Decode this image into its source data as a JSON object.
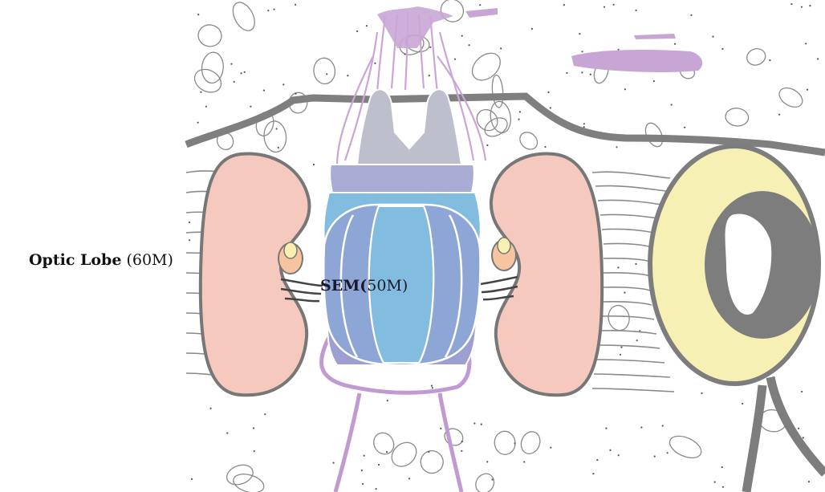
{
  "labels": {
    "optic_lobe": {
      "name": "Optic Lobe",
      "size": " (60M)"
    },
    "sem": {
      "name": "SEM(",
      "size": "50M)"
    }
  },
  "colors": {
    "background": "#ffffff",
    "outline": "#7a7a7a",
    "optic_lobe_fill": "#f6c9bf",
    "optic_gland_fill": "#f7c4a1",
    "gland_center": "#f9efb0",
    "sem_blue_light": "#82bde0",
    "sem_blue_mid": "#8ea6d6",
    "sem_blue_dark": "#7b96cf",
    "sem_lavender": "#a9a9d4",
    "top_gray": "#bebfcc",
    "nerve_purple": "#c7a5d4",
    "eye_yellow": "#f7f0b4",
    "eye_gray": "#7d7d7d"
  },
  "icons": [
    "optic-lobe-left-shape",
    "optic-lobe-right-shape",
    "sem-shape",
    "eye-shape",
    "cartilage-outline"
  ]
}
